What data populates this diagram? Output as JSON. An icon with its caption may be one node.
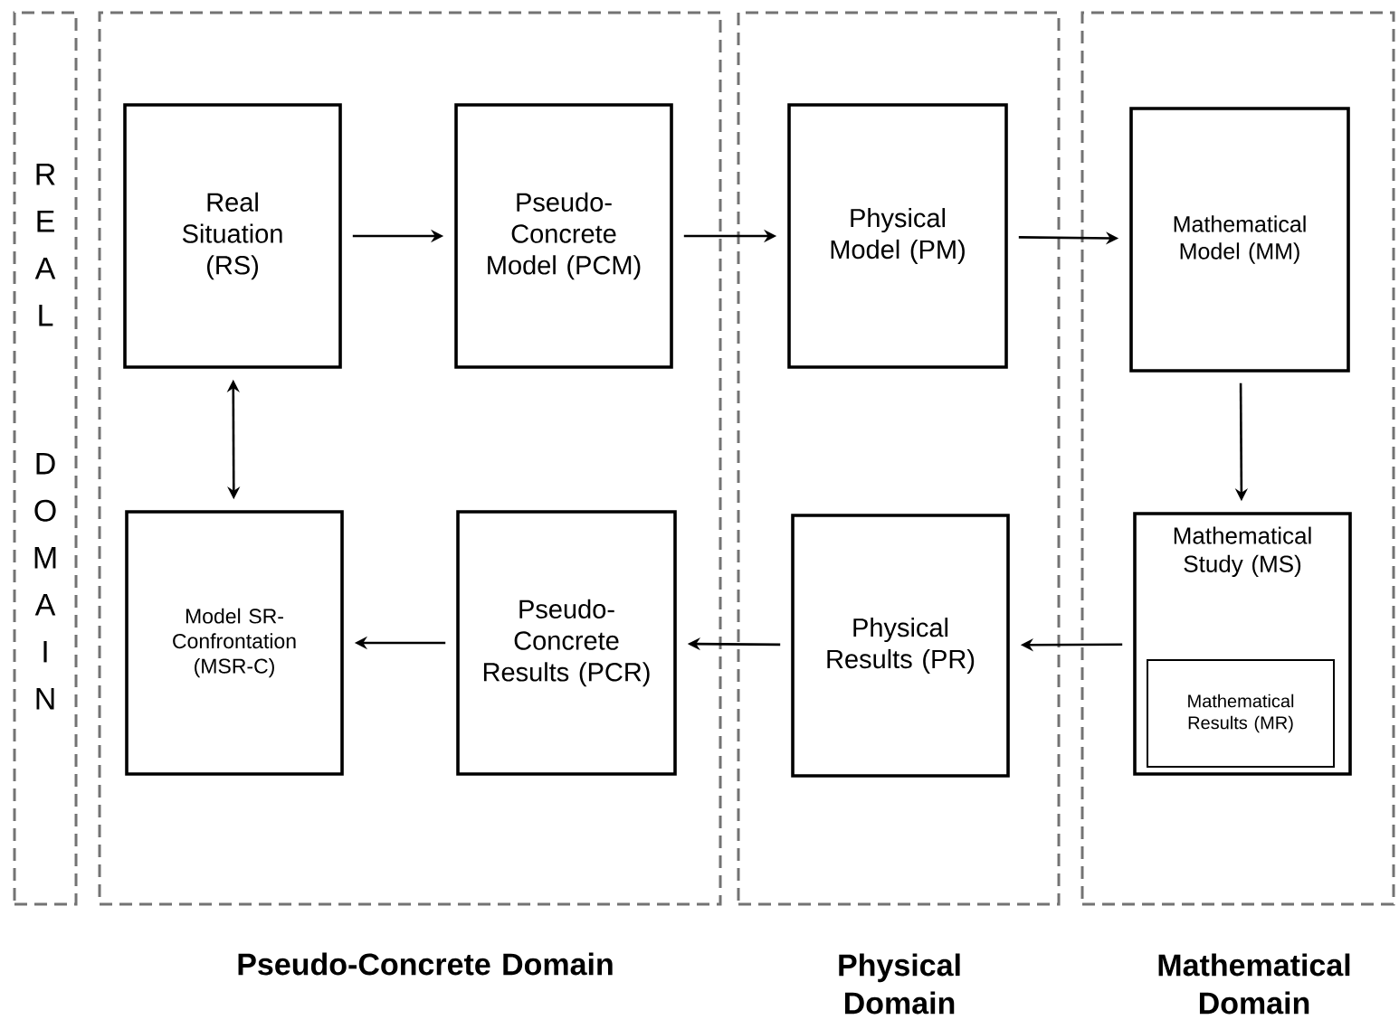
{
  "diagram": {
    "nodes": [
      {
        "text": [
          "REAL DOMAIN"
        ]
      },
      {
        "text": [
          "Pseudo-Concrete Domain"
        ]
      },
      {
        "text": [
          "Real Situation (RS)"
        ],
        "in": 1
      },
      {
        "text": [
          "Pseudo-Concrete Model (PCM)"
        ],
        "in": 1
      },
      {
        "text": [
          "Model SR-Confrontation (MSR-C)"
        ],
        "in": 1
      },
      {
        "text": [
          "Pseudo-Concrete Results (PCR)"
        ],
        "in": 1
      },
      {
        "text": [
          "Physical Domain"
        ]
      },
      {
        "text": [
          "Physical Model (PM)"
        ],
        "in": 6
      },
      {
        "text": [
          "Physical Results (PR)"
        ],
        "in": 6
      },
      {
        "text": [
          "Mathematical Domain"
        ]
      },
      {
        "text": [
          "Mathematical Model (MM)"
        ],
        "in": 9
      },
      {
        "text": [
          "Mathematical Study (MS)"
        ],
        "in": 9
      },
      {
        "text": [
          "Mathematical Results (MR)"
        ],
        "in": 11
      }
    ],
    "edges": [
      {
        "from": 2,
        "to": 3,
        "arrow": "to"
      },
      {
        "from": 3,
        "to": 7,
        "arrow": "to"
      },
      {
        "from": 7,
        "to": 10,
        "arrow": "to"
      },
      {
        "from": 10,
        "to": 11,
        "arrow": "to"
      },
      {
        "from": 11,
        "to": 8,
        "arrow": "to"
      },
      {
        "from": 8,
        "to": 5,
        "arrow": "to"
      },
      {
        "from": 5,
        "to": 4,
        "arrow": "to"
      },
      {
        "from": 2,
        "to": 4,
        "arrow": "both"
      }
    ]
  }
}
